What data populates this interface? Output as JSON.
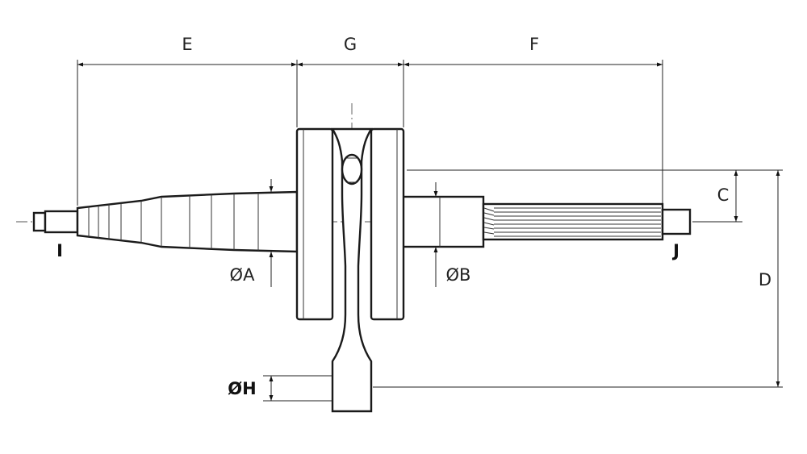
{
  "labels": {
    "E": "E",
    "G": "G",
    "F": "F",
    "C": "C",
    "D": "D",
    "I": "I",
    "J": "J",
    "dA": "ØA",
    "dB": "ØB",
    "dH": "ØH"
  },
  "colors": {
    "line": "#1a1a1a",
    "background": "#ffffff"
  }
}
